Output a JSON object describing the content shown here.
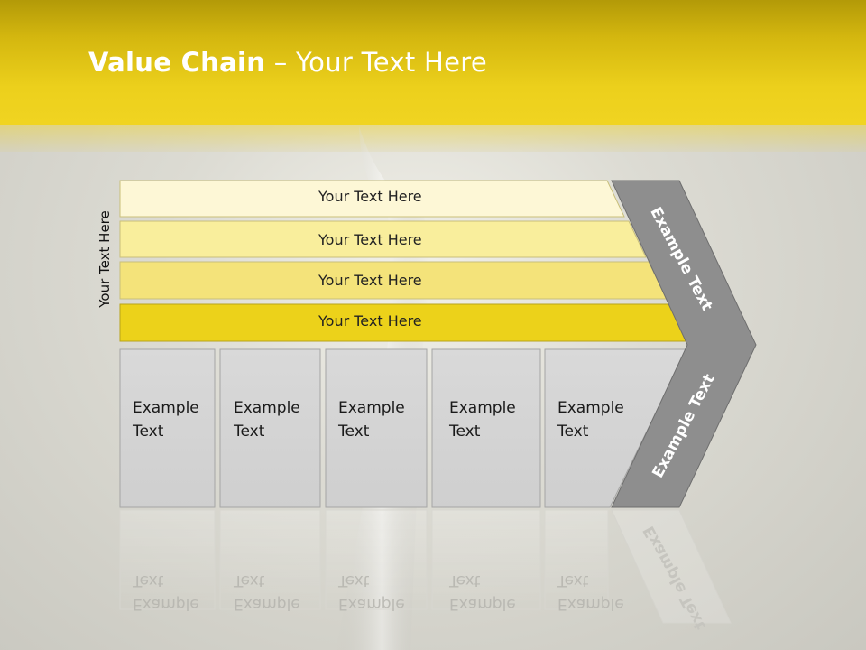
{
  "slide": {
    "title_bold": "Value Chain",
    "title_rest": " – Your Text Here",
    "side_label": "Your Text Here",
    "bars": [
      {
        "label": "Your Text Here",
        "color": "#fdf7d6"
      },
      {
        "label": "Your Text Here",
        "color": "#f9ee9c"
      },
      {
        "label": "Your Text Here",
        "color": "#f4e37a"
      },
      {
        "label": "Your Text Here",
        "color": "#ecd21a"
      }
    ],
    "boxes": [
      {
        "line1": "Example",
        "line2": "Text"
      },
      {
        "line1": "Example",
        "line2": "Text"
      },
      {
        "line1": "Example",
        "line2": "Text"
      },
      {
        "line1": "Example",
        "line2": "Text"
      },
      {
        "line1": "Example",
        "line2": "Text"
      }
    ],
    "chevron_top": "Example Text",
    "chevron_bottom": "Example Text"
  },
  "colors": {
    "accent_yellow": "#f0d421",
    "chevron_gray": "#8e8e8e",
    "box_gray": "#d4d4d4"
  }
}
